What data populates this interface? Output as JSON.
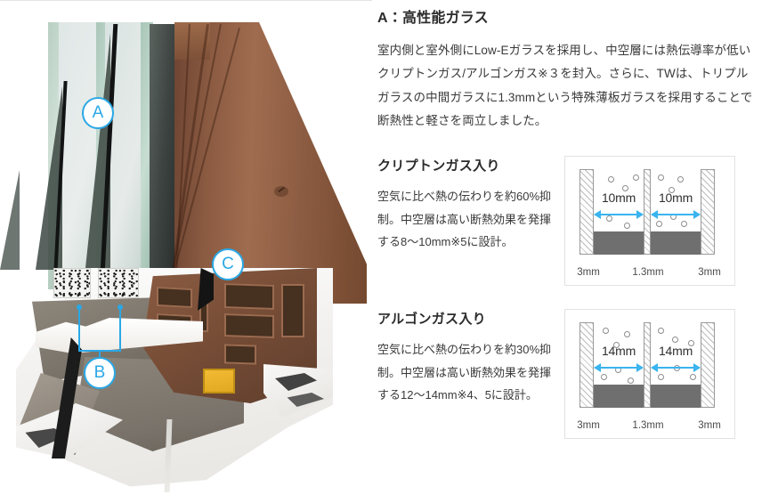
{
  "photo": {
    "alt": "高性能ガラス 窓断面カットモデル",
    "markers": [
      {
        "id": "marker-a",
        "label": "A"
      },
      {
        "id": "marker-b",
        "label": "B"
      },
      {
        "id": "marker-c",
        "label": "C"
      }
    ],
    "accent_color": "#2aa8e6"
  },
  "lead": {
    "title": "A：高性能ガラス",
    "body": "室内側と室外側にLow-Eガラスを採用し、中空層には熱伝導率が低いクリプトンガス/アルゴンガス※３を封入。さらに、TWは、トリプルガラスの中間ガラスに1.3mmという特殊薄板ガラスを採用することで断熱性と軽さを両立しました。"
  },
  "gas_sections": [
    {
      "id": "krypton",
      "title": "クリプトンガス入り",
      "description": "空気に比べ熱の伝わりを約60%抑制。中空層は高い断熱効果を発揮する8〜10mm※5に設計。",
      "diagram": {
        "cavity_left_label": "10mm",
        "cavity_right_label": "10mm",
        "thickness_labels": [
          "3mm",
          "1.3mm",
          "3mm"
        ],
        "arrow_color": "#3ab4ef",
        "glass_hatch_color": "#bdbdbd",
        "spacer_color": "#6f6f6f"
      }
    },
    {
      "id": "argon",
      "title": "アルゴンガス入り",
      "description": "空気に比べ熱の伝わりを約30%抑制。中空層は高い断熱効果を発揮する12〜14mm※4、5に設計。",
      "diagram": {
        "cavity_left_label": "14mm",
        "cavity_right_label": "14mm",
        "thickness_labels": [
          "3mm",
          "1.3mm",
          "3mm"
        ],
        "arrow_color": "#3ab4ef",
        "glass_hatch_color": "#bdbdbd",
        "spacer_color": "#6f6f6f"
      }
    }
  ]
}
